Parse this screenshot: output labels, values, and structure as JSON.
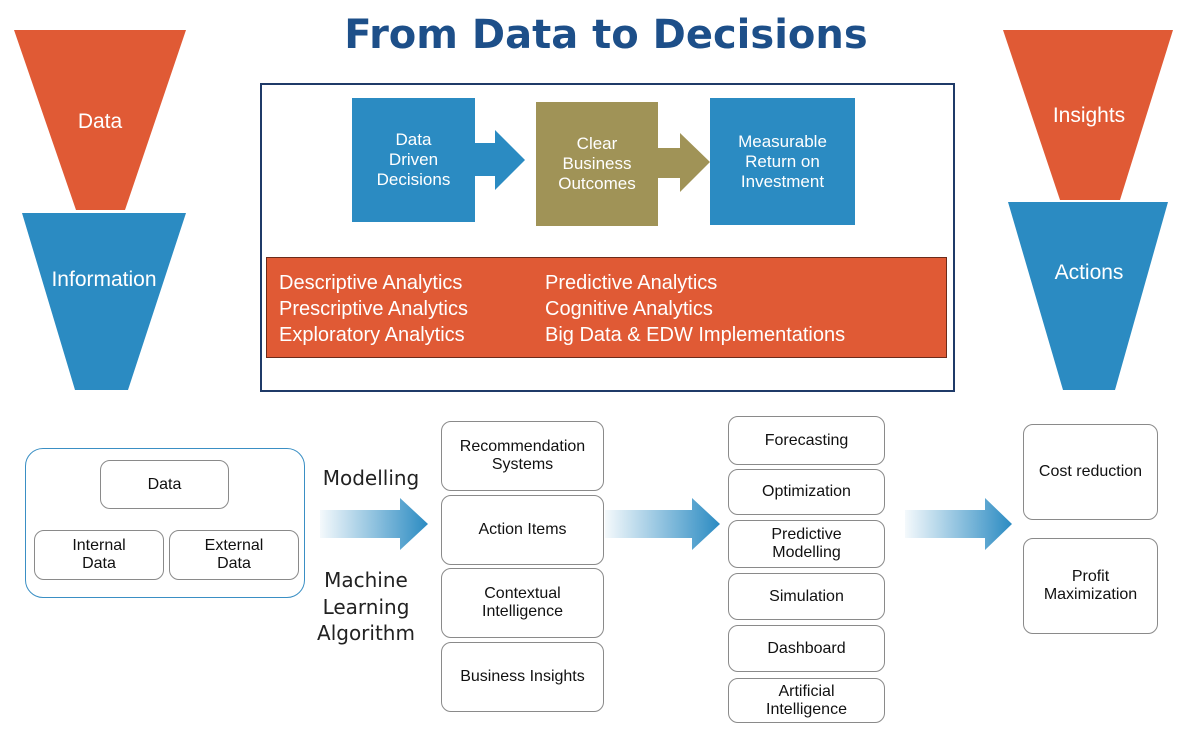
{
  "title": "From Data to Decisions",
  "left_funnel": {
    "top": "Data",
    "bottom": "Information"
  },
  "right_funnel": {
    "top": "Insights",
    "bottom": "Actions"
  },
  "flow": [
    "Data\nDriven\nDecisions",
    "Clear\nBusiness\nOutcomes",
    "Measurable\nReturn on\nInvestment"
  ],
  "analytics": {
    "left": [
      "Descriptive Analytics",
      "Prescriptive Analytics",
      "Exploratory Analytics"
    ],
    "right": [
      "Predictive Analytics",
      "Cognitive Analytics",
      "Big Data & EDW Implementations"
    ]
  },
  "sources": {
    "data": "Data",
    "internal": "Internal\nData",
    "external": "External\nData"
  },
  "modelling": "Modelling",
  "ml": "Machine\nLearning\nAlgorithm",
  "outputs": [
    "Recommendation\nSystems",
    "Action Items",
    "Contextual\nIntelligence",
    "Business Insights"
  ],
  "techniques": [
    "Forecasting",
    "Optimization",
    "Predictive\nModelling",
    "Simulation",
    "Dashboard",
    "Artificial\nIntelligence"
  ],
  "results": [
    "Cost reduction",
    "Profit\nMaximization"
  ],
  "colors": {
    "blue": "#2b8bc2",
    "orange": "#e05a35",
    "gold": "#a09357",
    "navy": "#1d4f89"
  }
}
